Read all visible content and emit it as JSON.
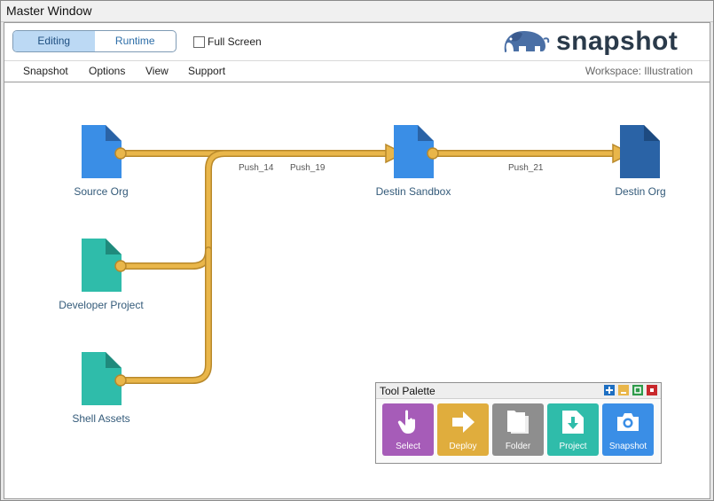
{
  "window": {
    "title": "Master Window"
  },
  "mode": {
    "options": [
      "Editing",
      "Runtime"
    ],
    "selected": "Editing"
  },
  "fullscreen": {
    "label": "Full Screen",
    "checked": false
  },
  "brand": {
    "name": "snapshot"
  },
  "menu": {
    "items": [
      "Snapshot",
      "Options",
      "View",
      "Support"
    ]
  },
  "workspace": {
    "label": "Workspace: Illustration"
  },
  "nodes": [
    {
      "label": "Source Org",
      "color": "#3a8ee6"
    },
    {
      "label": "Developer Project",
      "color": "#2fbcaa"
    },
    {
      "label": "Shell Assets",
      "color": "#2fbcaa"
    },
    {
      "label": "Destin Sandbox",
      "color": "#3a8ee6"
    },
    {
      "label": "Destin Org",
      "color": "#2a63a6"
    }
  ],
  "edges": [
    {
      "label": "Push_14"
    },
    {
      "label": "Push_19"
    },
    {
      "label": "Push_21"
    }
  ],
  "palette": {
    "title": "Tool Palette",
    "tools": [
      {
        "label": "Select",
        "color": "#a65cb8",
        "icon": "hand-icon"
      },
      {
        "label": "Deploy",
        "color": "#e0ad3d",
        "icon": "arrow-right-icon"
      },
      {
        "label": "Folder",
        "color": "#8e8e8e",
        "icon": "folder-icon"
      },
      {
        "label": "Project",
        "color": "#2fbcaa",
        "icon": "download-file-icon"
      },
      {
        "label": "Snapshot",
        "color": "#3a8ee6",
        "icon": "camera-icon"
      }
    ]
  }
}
